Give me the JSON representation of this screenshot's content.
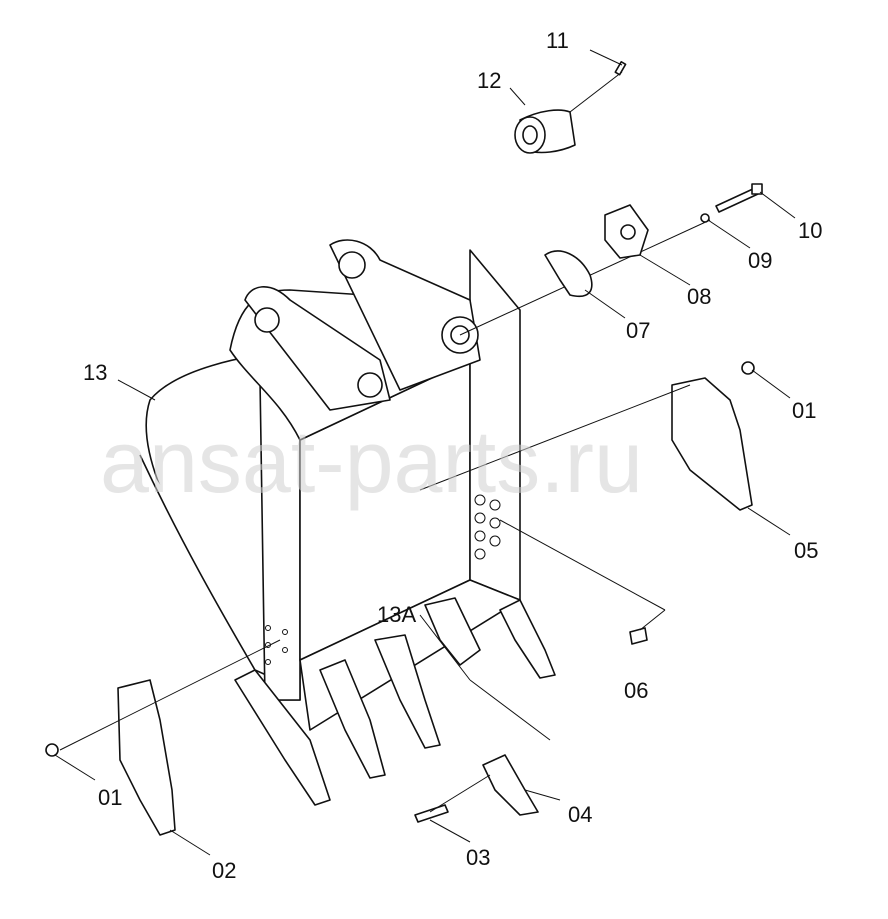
{
  "watermark": "ansat-parts.ru",
  "callouts": [
    {
      "id": "11"
    },
    {
      "id": "12"
    },
    {
      "id": "10"
    },
    {
      "id": "09"
    },
    {
      "id": "08"
    },
    {
      "id": "07"
    },
    {
      "id": "13"
    },
    {
      "id": "01"
    },
    {
      "id": "05"
    },
    {
      "id": "13A"
    },
    {
      "id": "06"
    },
    {
      "id": "01"
    },
    {
      "id": "04"
    },
    {
      "id": "03"
    },
    {
      "id": "02"
    }
  ]
}
